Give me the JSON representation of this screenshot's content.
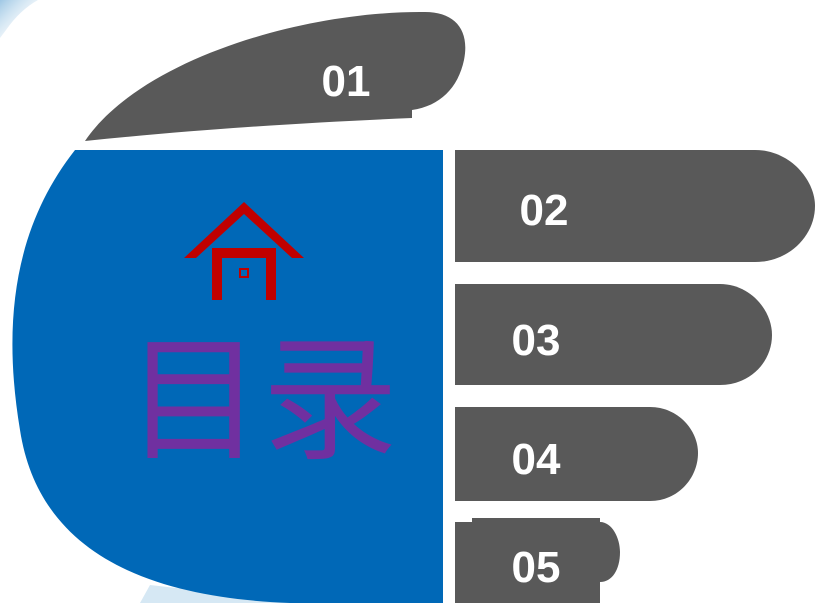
{
  "title": "目录",
  "items": [
    {
      "label": "01"
    },
    {
      "label": "02"
    },
    {
      "label": "03"
    },
    {
      "label": "04"
    },
    {
      "label": "05"
    }
  ],
  "colors": {
    "palm": "#0068b7",
    "finger": "#595959",
    "house": "#c00000",
    "title": "#7030a0",
    "label": "#ffffff"
  },
  "icons": {
    "house": "house-icon"
  }
}
